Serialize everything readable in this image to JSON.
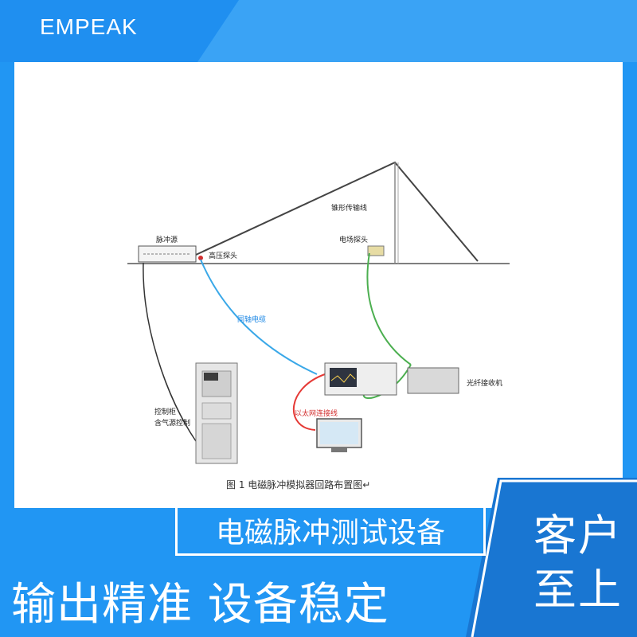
{
  "brand": "EMPEAK",
  "diagram": {
    "labels": {
      "pulse_source": "脉冲源",
      "hv_probe": "高压探头",
      "conical_line": "锥形传输线",
      "field_probe": "电场探头",
      "coax_cable": "同轴电缆",
      "fiber_receiver": "光纤接收机",
      "ethernet": "以太网连接线",
      "control_cabinet_1": "控制柜",
      "control_cabinet_2": "含气源控制"
    },
    "caption": "图 1    电磁脉冲模拟器回路布置图↵"
  },
  "product_title": "电磁脉冲测试设备",
  "slogan": "输出精准 设备稳定",
  "corner": {
    "line1": "客户",
    "line2": "至上"
  },
  "colors": {
    "primary_blue": "#2196F3",
    "coax": "#3aa8e8",
    "fiber": "#4caf50",
    "ethernet": "#e53935"
  }
}
